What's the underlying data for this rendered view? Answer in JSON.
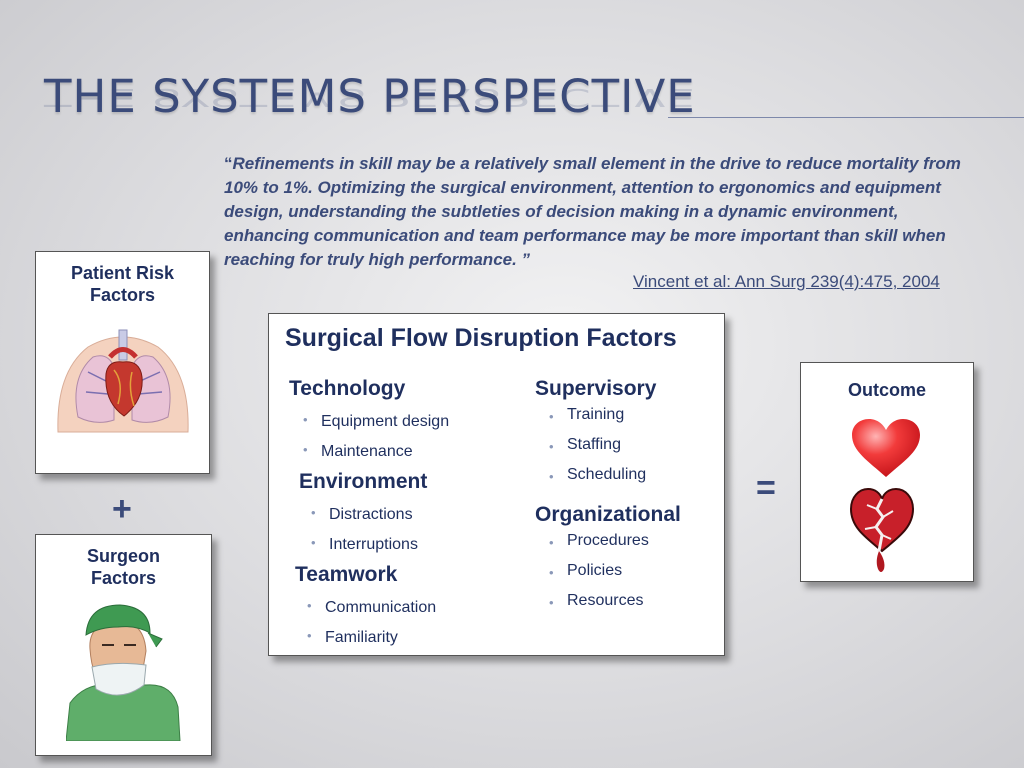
{
  "slide": {
    "title": "THE SYSTEMS PERSPECTIVE",
    "quote_open": "“",
    "quote": "Refinements in skill may be a relatively small element in the drive to reduce mortality from 10% to 1%. Optimizing the surgical environment, attention to ergonomics and equipment design, understanding the subtleties of decision making in a dynamic environment, enhancing communication and team performance may be more important than skill when reaching for truly high performance. ”",
    "citation": "Vincent et al:  Ann Surg 239(4):475, 2004"
  },
  "patient_card": {
    "label_line1": "Patient Risk",
    "label_line2": "Factors"
  },
  "surgeon_card": {
    "label_line1": "Surgeon",
    "label_line2": "Factors"
  },
  "operators": {
    "plus": "+",
    "equals": "="
  },
  "flow": {
    "title": "Surgical Flow Disruption Factors",
    "technology": {
      "label": "Technology",
      "items": [
        "Equipment design",
        "Maintenance"
      ]
    },
    "environment": {
      "label": "Environment",
      "items": [
        "Distractions",
        "Interruptions"
      ]
    },
    "teamwork": {
      "label": "Teamwork",
      "items": [
        "Communication",
        "Familiarity"
      ]
    },
    "supervisory": {
      "label": "Supervisory",
      "items": [
        "Training",
        "Staffing",
        "Scheduling"
      ]
    },
    "organizational": {
      "label": "Organizational",
      "items": [
        "Procedures",
        "Policies",
        "Resources"
      ]
    }
  },
  "outcome": {
    "label": "Outcome"
  },
  "colors": {
    "title": "#3b4b7a",
    "text_dark": "#1f2f5e",
    "heart": "#e8242c",
    "broken_heart": "#c8202a",
    "scrubs": "#5fae6a"
  }
}
